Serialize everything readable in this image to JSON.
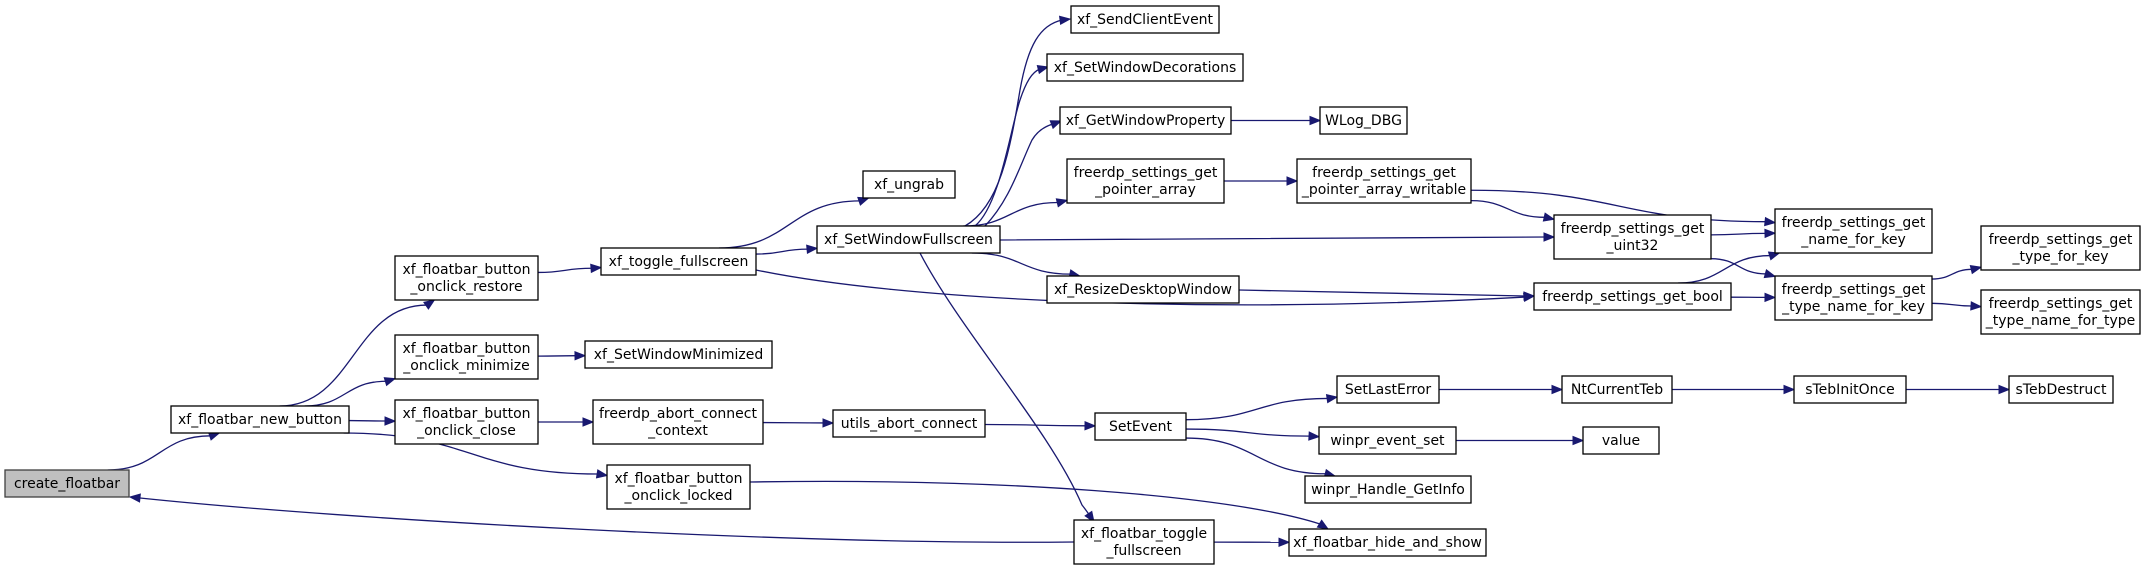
{
  "nodes": [
    {
      "id": "create_floatbar",
      "lines": [
        "create_floatbar"
      ],
      "root": true
    },
    {
      "id": "xf_floatbar_new_button",
      "lines": [
        "xf_floatbar_new_button"
      ]
    },
    {
      "id": "onclick_restore",
      "lines": [
        "xf_floatbar_button",
        "_onclick_restore"
      ]
    },
    {
      "id": "onclick_minimize",
      "lines": [
        "xf_floatbar_button",
        "_onclick_minimize"
      ]
    },
    {
      "id": "onclick_close",
      "lines": [
        "xf_floatbar_button",
        "_onclick_close"
      ]
    },
    {
      "id": "onclick_locked",
      "lines": [
        "xf_floatbar_button",
        "_onclick_locked"
      ]
    },
    {
      "id": "xf_toggle_fullscreen",
      "lines": [
        "xf_toggle_fullscreen"
      ]
    },
    {
      "id": "xf_SetWindowMinimized",
      "lines": [
        "xf_SetWindowMinimized"
      ]
    },
    {
      "id": "abort_connect_context",
      "lines": [
        "freerdp_abort_connect",
        "_context"
      ]
    },
    {
      "id": "xf_ungrab",
      "lines": [
        "xf_ungrab"
      ]
    },
    {
      "id": "xf_SetWindowFullscreen",
      "lines": [
        "xf_SetWindowFullscreen"
      ]
    },
    {
      "id": "utils_abort_connect",
      "lines": [
        "utils_abort_connect"
      ]
    },
    {
      "id": "xf_SendClientEvent",
      "lines": [
        "xf_SendClientEvent"
      ]
    },
    {
      "id": "xf_SetWindowDecorations",
      "lines": [
        "xf_SetWindowDecorations"
      ]
    },
    {
      "id": "xf_GetWindowProperty",
      "lines": [
        "xf_GetWindowProperty"
      ]
    },
    {
      "id": "get_pointer_array",
      "lines": [
        "freerdp_settings_get",
        "_pointer_array"
      ]
    },
    {
      "id": "xf_ResizeDesktopWindow",
      "lines": [
        "xf_ResizeDesktopWindow"
      ]
    },
    {
      "id": "SetEvent",
      "lines": [
        "SetEvent"
      ]
    },
    {
      "id": "floatbar_toggle_fullscreen",
      "lines": [
        "xf_floatbar_toggle",
        "_fullscreen"
      ]
    },
    {
      "id": "WLog_DBG",
      "lines": [
        "WLog_DBG"
      ]
    },
    {
      "id": "get_pointer_array_writable",
      "lines": [
        "freerdp_settings_get",
        "_pointer_array_writable"
      ]
    },
    {
      "id": "SetLastError",
      "lines": [
        "SetLastError"
      ]
    },
    {
      "id": "winpr_event_set",
      "lines": [
        "winpr_event_set"
      ]
    },
    {
      "id": "winpr_Handle_GetInfo",
      "lines": [
        "winpr_Handle_GetInfo"
      ]
    },
    {
      "id": "xf_floatbar_hide_and_show",
      "lines": [
        "xf_floatbar_hide_and_show"
      ]
    },
    {
      "id": "get_uint32",
      "lines": [
        "freerdp_settings_get",
        "_uint32"
      ]
    },
    {
      "id": "get_bool",
      "lines": [
        "freerdp_settings_get_bool"
      ]
    },
    {
      "id": "NtCurrentTeb",
      "lines": [
        "NtCurrentTeb"
      ]
    },
    {
      "id": "value",
      "lines": [
        "value"
      ]
    },
    {
      "id": "get_name_for_key",
      "lines": [
        "freerdp_settings_get",
        "_name_for_key"
      ]
    },
    {
      "id": "get_type_name_for_key",
      "lines": [
        "freerdp_settings_get",
        "_type_name_for_key"
      ]
    },
    {
      "id": "sTebInitOnce",
      "lines": [
        "sTebInitOnce"
      ]
    },
    {
      "id": "get_type_for_key",
      "lines": [
        "freerdp_settings_get",
        "_type_for_key"
      ]
    },
    {
      "id": "get_type_name_for_type",
      "lines": [
        "freerdp_settings_get",
        "_type_name_for_type"
      ]
    },
    {
      "id": "sTebDestruct",
      "lines": [
        "sTebDestruct"
      ]
    }
  ],
  "edges": [
    [
      "create_floatbar",
      "xf_floatbar_new_button"
    ],
    [
      "xf_floatbar_new_button",
      "onclick_restore"
    ],
    [
      "xf_floatbar_new_button",
      "onclick_minimize"
    ],
    [
      "xf_floatbar_new_button",
      "onclick_close"
    ],
    [
      "xf_floatbar_new_button",
      "onclick_locked"
    ],
    [
      "onclick_restore",
      "xf_toggle_fullscreen"
    ],
    [
      "onclick_minimize",
      "xf_SetWindowMinimized"
    ],
    [
      "onclick_close",
      "abort_connect_context"
    ],
    [
      "onclick_locked",
      "xf_floatbar_hide_and_show"
    ],
    [
      "xf_toggle_fullscreen",
      "xf_ungrab"
    ],
    [
      "xf_toggle_fullscreen",
      "xf_SetWindowFullscreen"
    ],
    [
      "xf_toggle_fullscreen",
      "get_bool"
    ],
    [
      "abort_connect_context",
      "utils_abort_connect"
    ],
    [
      "utils_abort_connect",
      "SetEvent"
    ],
    [
      "xf_SetWindowFullscreen",
      "xf_SendClientEvent"
    ],
    [
      "xf_SetWindowFullscreen",
      "xf_SetWindowDecorations"
    ],
    [
      "xf_SetWindowFullscreen",
      "xf_GetWindowProperty"
    ],
    [
      "xf_SetWindowFullscreen",
      "get_pointer_array"
    ],
    [
      "xf_SetWindowFullscreen",
      "get_uint32"
    ],
    [
      "xf_SetWindowFullscreen",
      "xf_ResizeDesktopWindow"
    ],
    [
      "xf_SetWindowFullscreen",
      "floatbar_toggle_fullscreen"
    ],
    [
      "xf_GetWindowProperty",
      "WLog_DBG"
    ],
    [
      "get_pointer_array",
      "get_pointer_array_writable"
    ],
    [
      "get_pointer_array_writable",
      "get_uint32"
    ],
    [
      "get_pointer_array_writable",
      "get_name_for_key"
    ],
    [
      "xf_ResizeDesktopWindow",
      "get_bool"
    ],
    [
      "get_uint32",
      "get_name_for_key"
    ],
    [
      "get_uint32",
      "get_type_name_for_key"
    ],
    [
      "get_bool",
      "get_name_for_key"
    ],
    [
      "get_bool",
      "get_type_name_for_key"
    ],
    [
      "get_type_name_for_key",
      "get_type_for_key"
    ],
    [
      "get_type_name_for_key",
      "get_type_name_for_type"
    ],
    [
      "SetEvent",
      "SetLastError"
    ],
    [
      "SetEvent",
      "winpr_event_set"
    ],
    [
      "SetEvent",
      "winpr_Handle_GetInfo"
    ],
    [
      "SetLastError",
      "NtCurrentTeb"
    ],
    [
      "NtCurrentTeb",
      "sTebInitOnce"
    ],
    [
      "sTebInitOnce",
      "sTebDestruct"
    ],
    [
      "winpr_event_set",
      "value"
    ],
    [
      "floatbar_toggle_fullscreen",
      "xf_floatbar_hide_and_show"
    ],
    [
      "floatbar_toggle_fullscreen",
      "create_floatbar"
    ]
  ],
  "colors": {
    "edge": "#191970",
    "root_fill": "#bfbfbf",
    "node_fill": "#ffffff",
    "node_stroke": "#000000"
  }
}
